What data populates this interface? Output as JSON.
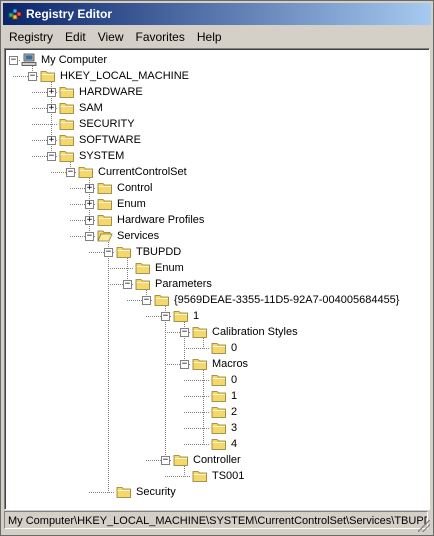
{
  "window": {
    "title": "Registry Editor"
  },
  "menu": {
    "items": [
      "Registry",
      "Edit",
      "View",
      "Favorites",
      "Help"
    ]
  },
  "tree": [
    {
      "label": "My Computer",
      "depth": 0,
      "expander": "minus",
      "icon": "computer-icon"
    },
    {
      "label": "HKEY_LOCAL_MACHINE",
      "depth": 1,
      "expander": "minus",
      "icon": "folder-icon"
    },
    {
      "label": "HARDWARE",
      "depth": 2,
      "expander": "plus",
      "icon": "folder-icon"
    },
    {
      "label": "SAM",
      "depth": 2,
      "expander": "plus",
      "icon": "folder-icon"
    },
    {
      "label": "SECURITY",
      "depth": 2,
      "expander": "none",
      "icon": "folder-icon"
    },
    {
      "label": "SOFTWARE",
      "depth": 2,
      "expander": "plus",
      "icon": "folder-icon"
    },
    {
      "label": "SYSTEM",
      "depth": 2,
      "expander": "minus",
      "icon": "folder-icon"
    },
    {
      "label": "CurrentControlSet",
      "depth": 3,
      "expander": "minus",
      "icon": "folder-icon"
    },
    {
      "label": "Control",
      "depth": 4,
      "expander": "plus",
      "icon": "folder-icon"
    },
    {
      "label": "Enum",
      "depth": 4,
      "expander": "plus",
      "icon": "folder-icon"
    },
    {
      "label": "Hardware Profiles",
      "depth": 4,
      "expander": "plus",
      "icon": "folder-icon"
    },
    {
      "label": "Services",
      "depth": 4,
      "expander": "minus",
      "icon": "folder-open-icon"
    },
    {
      "label": "TBUPDD",
      "depth": 5,
      "expander": "minus",
      "icon": "folder-icon"
    },
    {
      "label": "Enum",
      "depth": 6,
      "expander": "none",
      "icon": "folder-icon"
    },
    {
      "label": "Parameters",
      "depth": 6,
      "expander": "minus",
      "icon": "folder-icon"
    },
    {
      "label": "{9569DEAE-3355-11D5-92A7-004005684455}",
      "depth": 7,
      "expander": "minus",
      "icon": "folder-icon"
    },
    {
      "label": "1",
      "depth": 8,
      "expander": "minus",
      "icon": "folder-icon"
    },
    {
      "label": "Calibration Styles",
      "depth": 9,
      "expander": "minus",
      "icon": "folder-icon"
    },
    {
      "label": "0",
      "depth": 10,
      "expander": "none",
      "icon": "folder-icon"
    },
    {
      "label": "Macros",
      "depth": 9,
      "expander": "minus",
      "icon": "folder-icon"
    },
    {
      "label": "0",
      "depth": 10,
      "expander": "none",
      "icon": "folder-icon"
    },
    {
      "label": "1",
      "depth": 10,
      "expander": "none",
      "icon": "folder-icon"
    },
    {
      "label": "2",
      "depth": 10,
      "expander": "none",
      "icon": "folder-icon"
    },
    {
      "label": "3",
      "depth": 10,
      "expander": "none",
      "icon": "folder-icon"
    },
    {
      "label": "4",
      "depth": 10,
      "expander": "none",
      "icon": "folder-icon"
    },
    {
      "label": "Controller",
      "depth": 8,
      "expander": "minus",
      "icon": "folder-icon"
    },
    {
      "label": "TS001",
      "depth": 9,
      "expander": "none",
      "icon": "folder-icon"
    },
    {
      "label": "Security",
      "depth": 5,
      "expander": "none",
      "icon": "folder-icon"
    }
  ],
  "status": {
    "path": "My Computer\\HKEY_LOCAL_MACHINE\\SYSTEM\\CurrentControlSet\\Services\\TBUPDD"
  },
  "colors": {
    "title_start": "#0a246a",
    "title_end": "#a6caf0",
    "folder": "#f5d76e",
    "folder_edge": "#8b7a2b"
  }
}
